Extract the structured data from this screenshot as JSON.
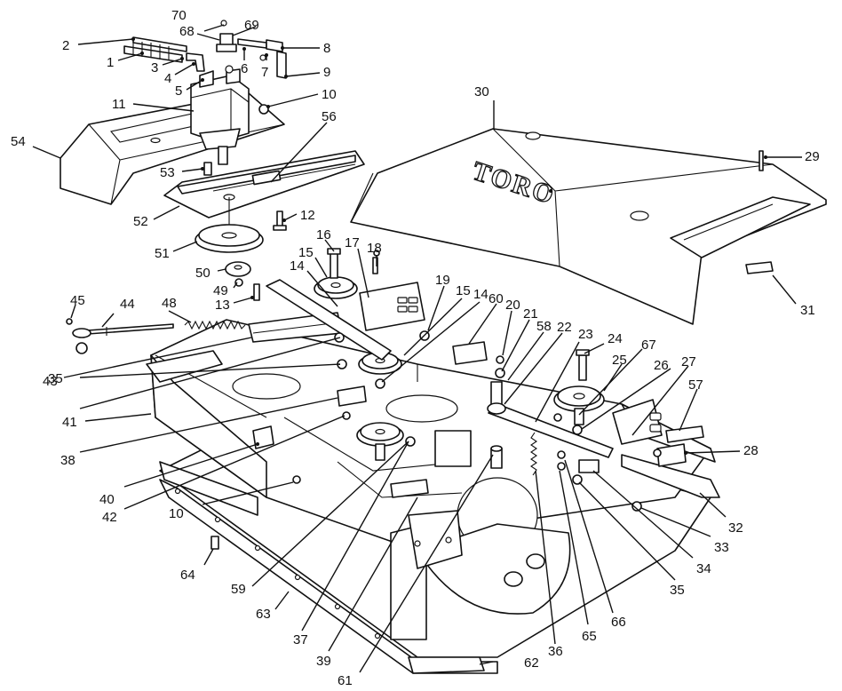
{
  "brand": {
    "text": "TORO"
  },
  "callouts": [
    {
      "n": "1"
    },
    {
      "n": "2"
    },
    {
      "n": "3"
    },
    {
      "n": "4"
    },
    {
      "n": "5"
    },
    {
      "n": "6"
    },
    {
      "n": "7"
    },
    {
      "n": "8"
    },
    {
      "n": "9"
    },
    {
      "n": "10"
    },
    {
      "n": "11"
    },
    {
      "n": "12"
    },
    {
      "n": "13"
    },
    {
      "n": "14"
    },
    {
      "n": "15"
    },
    {
      "n": "16"
    },
    {
      "n": "17"
    },
    {
      "n": "18"
    },
    {
      "n": "19"
    },
    {
      "n": "15"
    },
    {
      "n": "14"
    },
    {
      "n": "60"
    },
    {
      "n": "20"
    },
    {
      "n": "21"
    },
    {
      "n": "58"
    },
    {
      "n": "22"
    },
    {
      "n": "23"
    },
    {
      "n": "24"
    },
    {
      "n": "67"
    },
    {
      "n": "25"
    },
    {
      "n": "26"
    },
    {
      "n": "27"
    },
    {
      "n": "57"
    },
    {
      "n": "28"
    },
    {
      "n": "29"
    },
    {
      "n": "30"
    },
    {
      "n": "31"
    },
    {
      "n": "32"
    },
    {
      "n": "33"
    },
    {
      "n": "34"
    },
    {
      "n": "35"
    },
    {
      "n": "35"
    },
    {
      "n": "36"
    },
    {
      "n": "37"
    },
    {
      "n": "38"
    },
    {
      "n": "39"
    },
    {
      "n": "40"
    },
    {
      "n": "41"
    },
    {
      "n": "42"
    },
    {
      "n": "43"
    },
    {
      "n": "44"
    },
    {
      "n": "45"
    },
    {
      "n": "48"
    },
    {
      "n": "49"
    },
    {
      "n": "50"
    },
    {
      "n": "51"
    },
    {
      "n": "52"
    },
    {
      "n": "53"
    },
    {
      "n": "54"
    },
    {
      "n": "56"
    },
    {
      "n": "59"
    },
    {
      "n": "61"
    },
    {
      "n": "62"
    },
    {
      "n": "63"
    },
    {
      "n": "64"
    },
    {
      "n": "65"
    },
    {
      "n": "66"
    },
    {
      "n": "68"
    },
    {
      "n": "69"
    },
    {
      "n": "70"
    },
    {
      "n": "10"
    }
  ]
}
